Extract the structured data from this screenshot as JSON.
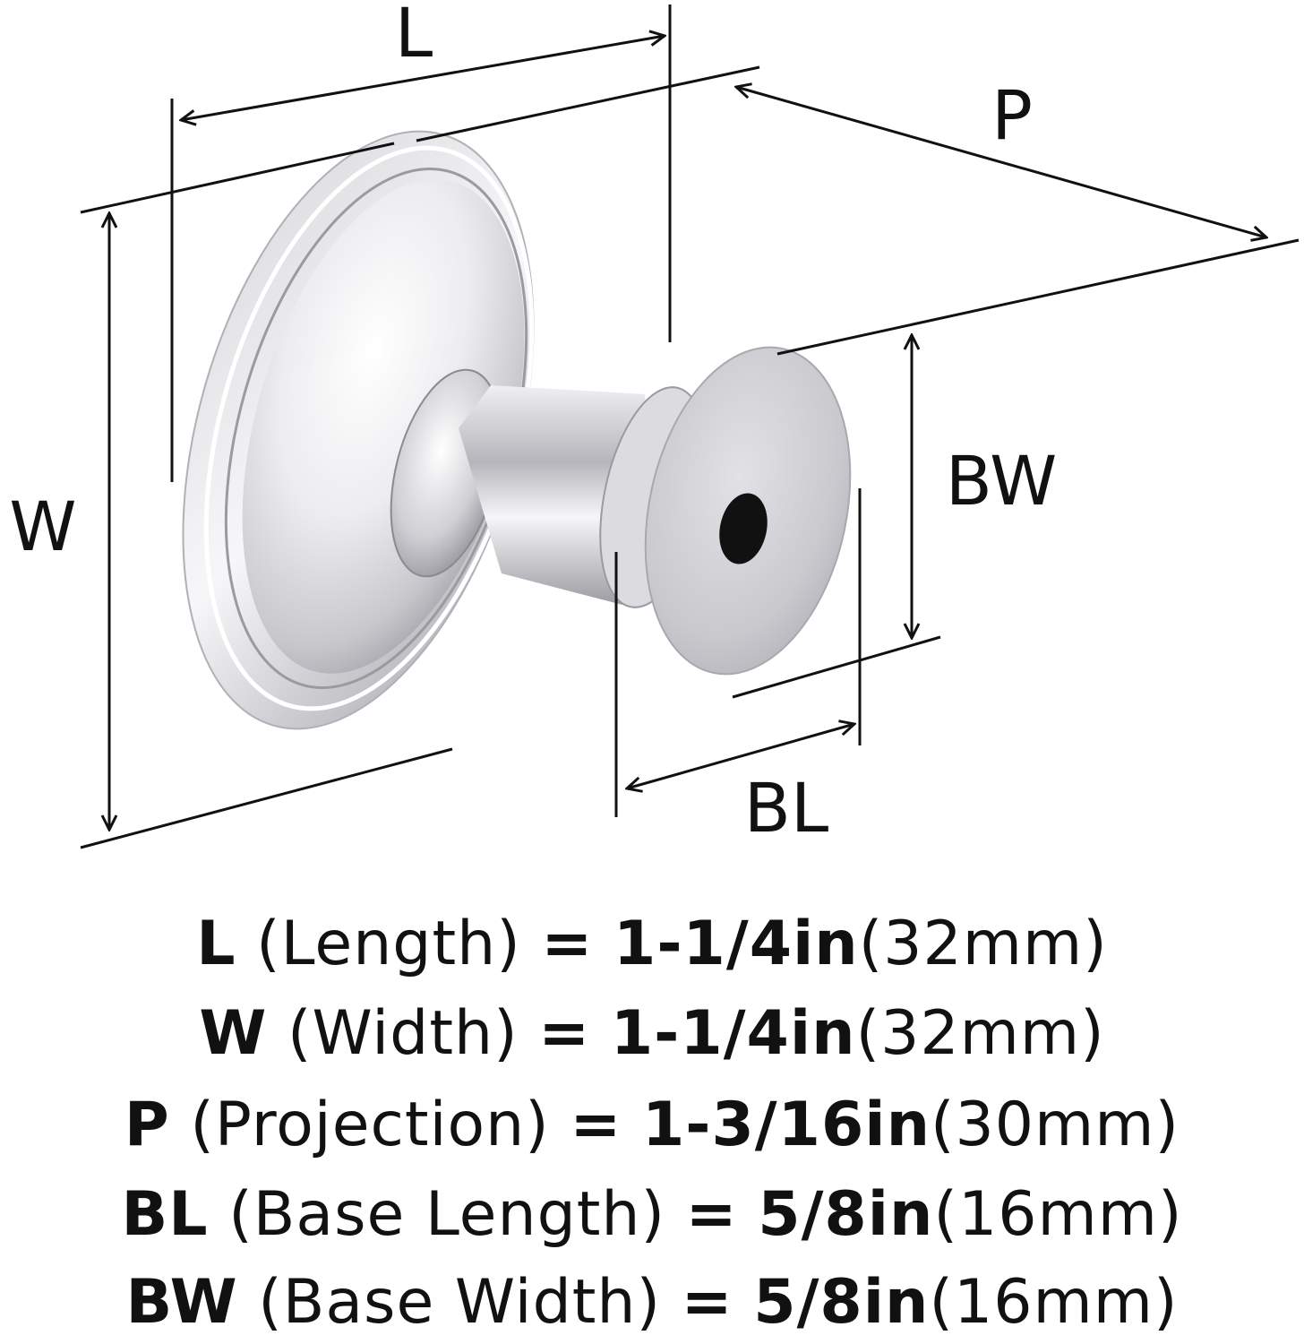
{
  "colors": {
    "line": "#111111",
    "metal_light": "#f4f4f6",
    "metal_mid": "#cfcfd4",
    "metal_dark": "#8e8e95"
  },
  "labels": {
    "L": "L",
    "W": "W",
    "P": "P",
    "BL": "BL",
    "BW": "BW"
  },
  "specs": [
    {
      "code": "L",
      "name": "(Length)",
      "eq": "=",
      "imperial": "1-1/4in",
      "metric": "(32mm)"
    },
    {
      "code": "W",
      "name": "(Width)",
      "eq": "=",
      "imperial": "1-1/4in",
      "metric": "(32mm)"
    },
    {
      "code": "P",
      "name": "(Projection)",
      "eq": "=",
      "imperial": "1-3/16in",
      "metric": "(30mm)"
    },
    {
      "code": "BL",
      "name": "(Base Length)",
      "eq": "=",
      "imperial": "5/8in",
      "metric": "(16mm)"
    },
    {
      "code": "BW",
      "name": "(Base Width)",
      "eq": "=",
      "imperial": "5/8in",
      "metric": "(16mm)"
    }
  ]
}
